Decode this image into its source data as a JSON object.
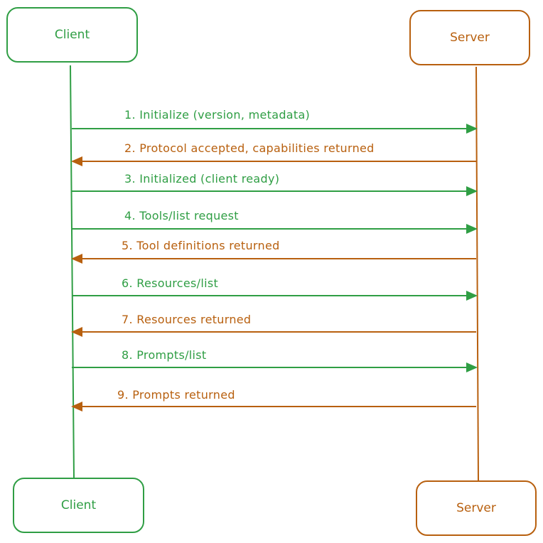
{
  "participants": {
    "client": {
      "label": "Client",
      "color": "#2f9e44"
    },
    "server": {
      "label": "Server",
      "color": "#b8600f"
    }
  },
  "messages": [
    {
      "label": "1. Initialize (version, metadata)",
      "direction": "client-to-server"
    },
    {
      "label": "2. Protocol accepted, capabilities returned",
      "direction": "server-to-client"
    },
    {
      "label": "3. Initialized (client ready)",
      "direction": "client-to-server"
    },
    {
      "label": "4. Tools/list request",
      "direction": "client-to-server"
    },
    {
      "label": "5. Tool definitions returned",
      "direction": "server-to-client"
    },
    {
      "label": "6. Resources/list",
      "direction": "client-to-server"
    },
    {
      "label": "7. Resources returned",
      "direction": "server-to-client"
    },
    {
      "label": "8. Prompts/list",
      "direction": "client-to-server"
    },
    {
      "label": "9. Prompts returned",
      "direction": "server-to-client"
    }
  ]
}
